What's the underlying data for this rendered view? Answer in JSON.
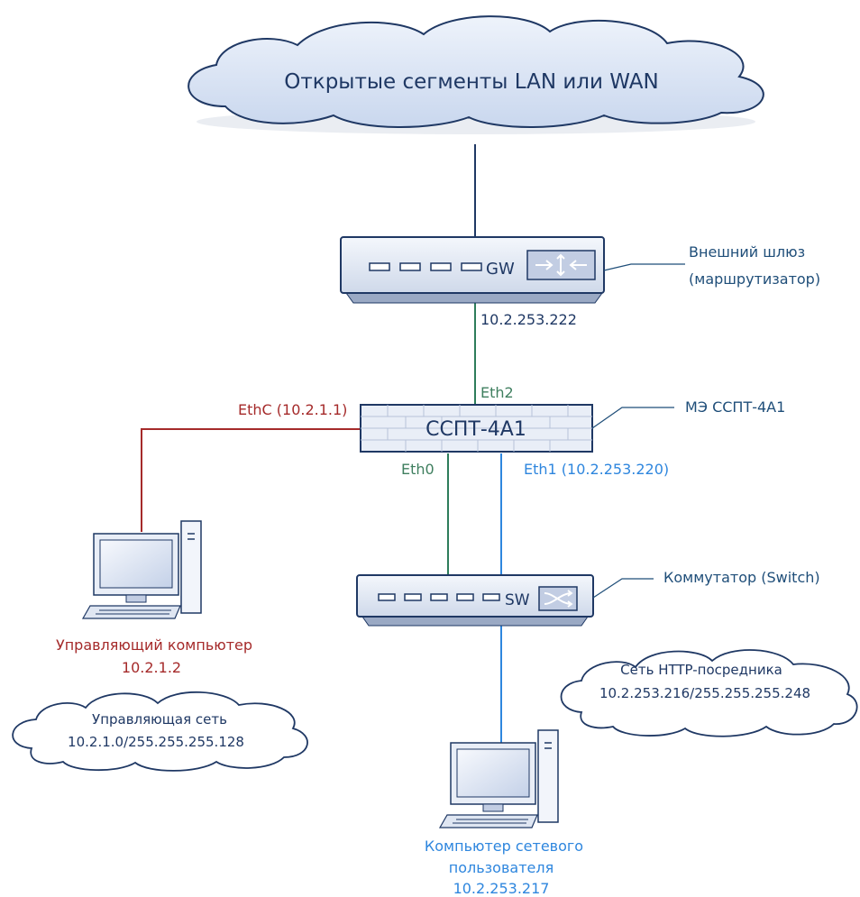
{
  "colors": {
    "cloud_fill": "#dbe5f4",
    "cloud_stroke": "#1f3864",
    "device_body": "#e3e9f3",
    "device_stroke": "#1f3864",
    "link_dark": "#1f3864",
    "link_mgmt": "#a52a2a",
    "link_eth": "#2e7d5b",
    "link_user": "#2e86de"
  },
  "wan": {
    "label": "Открытые сегменты LAN или WAN"
  },
  "gateway": {
    "device_label": "GW",
    "description_line1": "Внешний шлюз",
    "description_line2": "(маршрутизатор)",
    "ip": "10.2.253.222"
  },
  "firewall": {
    "device_label": "ССПТ-4А1",
    "description": "МЭ ССПТ-4А1",
    "eth2_label": "Eth2",
    "ethc_label": "EthC (10.2.1.1)",
    "eth0_label": "Eth0",
    "eth1_label": "Eth1 (10.2.253.220)"
  },
  "switch": {
    "device_label": "SW",
    "description": "Коммутатор (Switch)"
  },
  "mgmt_pc": {
    "label_line1": "Управляющий компьютер",
    "label_line2": "10.2.1.2"
  },
  "mgmt_net": {
    "label_line1": "Управляющая сеть",
    "label_line2": "10.2.1.0/255.255.255.128"
  },
  "proxy_net": {
    "label_line1": "Сеть HTTP-посредника",
    "label_line2": "10.2.253.216/255.255.255.248"
  },
  "user_pc": {
    "label_line1": "Компьютер сетевого",
    "label_line2": "пользователя",
    "label_line3": "10.2.253.217"
  }
}
